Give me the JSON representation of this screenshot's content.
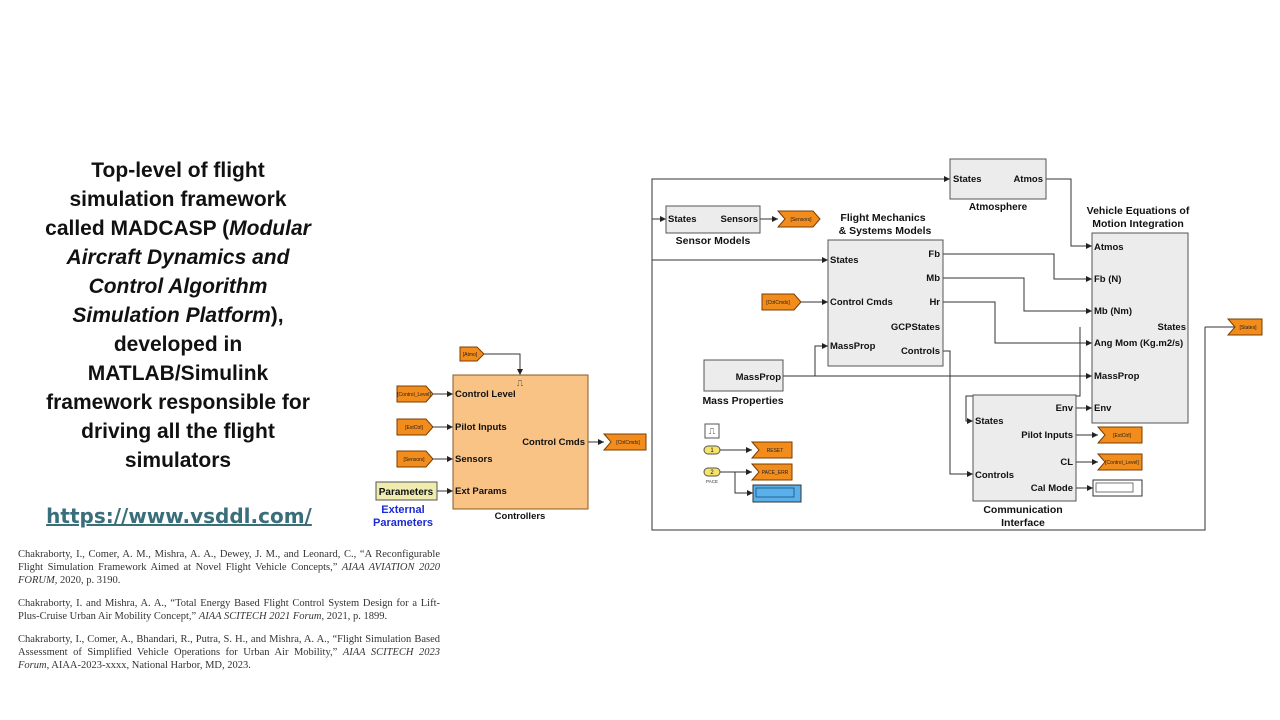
{
  "description": {
    "lines": [
      {
        "segments": [
          {
            "text": "Top-level of flight",
            "italic": false
          }
        ]
      },
      {
        "segments": [
          {
            "text": "simulation framework",
            "italic": false
          }
        ]
      },
      {
        "segments": [
          {
            "text": "called MADCASP (",
            "italic": false
          },
          {
            "text": "Modular",
            "italic": true
          }
        ]
      },
      {
        "segments": [
          {
            "text": "Aircraft Dynamics and",
            "italic": true
          }
        ]
      },
      {
        "segments": [
          {
            "text": "Control Algorithm",
            "italic": true
          }
        ]
      },
      {
        "segments": [
          {
            "text": "Simulation Platform",
            "italic": true
          },
          {
            "text": "),",
            "italic": false
          }
        ]
      },
      {
        "segments": [
          {
            "text": "developed in",
            "italic": false
          }
        ]
      },
      {
        "segments": [
          {
            "text": "MATLAB/Simulink",
            "italic": false
          }
        ]
      },
      {
        "segments": [
          {
            "text": "framework responsible for",
            "italic": false
          }
        ]
      },
      {
        "segments": [
          {
            "text": "driving all the flight",
            "italic": false
          }
        ]
      },
      {
        "segments": [
          {
            "text": "simulators",
            "italic": false
          }
        ]
      }
    ]
  },
  "link": "https://www.vsddl.com/",
  "references": [
    {
      "parts": [
        {
          "text": "Chakraborty, I., Comer, A. M., Mishra, A. A., Dewey, J. M., and Leonard, C., “A Reconfigurable Flight Simulation Framework Aimed at Novel Flight Vehicle Concepts,” ",
          "italic": false
        },
        {
          "text": "AIAA AVIATION 2020 FORUM",
          "italic": true
        },
        {
          "text": ", 2020, p. 3190.",
          "italic": false
        }
      ]
    },
    {
      "parts": [
        {
          "text": "Chakraborty, I. and Mishra, A. A., “Total Energy Based Flight Control System Design for a Lift-Plus-Cruise Urban Air Mobility Concept,” ",
          "italic": false
        },
        {
          "text": "AIAA SCITECH 2021 Forum",
          "italic": true
        },
        {
          "text": ", 2021, p. 1899.",
          "italic": false
        }
      ]
    },
    {
      "parts": [
        {
          "text": "Chakraborty, I., Comer, A., Bhandari, R., Putra, S. H., and Mishra, A. A., “Flight Simulation Based Assessment of Simplified Vehicle Operations for Urban Air Mobility,” ",
          "italic": false
        },
        {
          "text": "AIAA SCITECH 2023 Forum",
          "italic": true
        },
        {
          "text": ", AIAA-2023-xxxx, National Harbor, MD, 2023.",
          "italic": false
        }
      ]
    }
  ],
  "diagram": {
    "atmosphere": {
      "in": "States",
      "out": "Atmos",
      "title": "Atmosphere"
    },
    "sensor_models": {
      "in": "States",
      "out": "Sensors",
      "title": "Sensor Models"
    },
    "flight_mechanics": {
      "title_line1": "Flight Mechanics",
      "title_line2": "& Systems Models",
      "in_states": "States",
      "in_control": "Control Cmds",
      "in_massprop": "MassProp",
      "out_fb": "Fb",
      "out_mb": "Mb",
      "out_hr": "Hr",
      "out_gcp": "GCPStates",
      "out_controls": "Controls"
    },
    "vehicle_eom": {
      "title_line1": "Vehicle Equations of",
      "title_line2": "Motion Integration",
      "in_atmos": "Atmos",
      "in_fb": "Fb (N)",
      "in_mb": "Mb (Nm)",
      "in_angmom": "Ang Mom (Kg.m2/s)",
      "in_massprop": "MassProp",
      "in_env": "Env",
      "out_states": "States"
    },
    "mass_properties": {
      "out": "MassProp",
      "title": "Mass Properties"
    },
    "communication": {
      "title_line1": "Communication",
      "title_line2": "Interface",
      "in_states": "States",
      "in_controls": "Controls",
      "out_env": "Env",
      "out_pilot": "Pilot Inputs",
      "out_cl": "CL",
      "out_calmode": "Cal Mode"
    },
    "controllers": {
      "in_control_level": "Control Level",
      "in_pilot": "Pilot Inputs",
      "in_sensors": "Sensors",
      "in_ext": "Ext Params",
      "out": "Control Cmds",
      "title": "Controllers"
    },
    "parameters": {
      "label": "Parameters",
      "title_line1": "External",
      "title_line2": "Parameters"
    },
    "tags": {
      "sensors": "[Sensors]",
      "ctrl_cmds_in": "[CtrlCmds]",
      "ctrl_cmds_out": "[CtrlCmds]",
      "states_out": "[States]",
      "atmo": "[Atmo]",
      "control_level_in": "[Control_Level]",
      "extctrl_in": "[ExtCtrl]",
      "sensors_in": "[Sensors]",
      "extctrl_out": "[ExtCtrl]",
      "control_level_out": "[Control_Level]",
      "reset": "RESET",
      "pace": "PACE_ERR"
    },
    "misc": {
      "const1": "1",
      "const2": "2",
      "pace_label": "PACE"
    },
    "colors": {
      "block_fill": "#ececec",
      "controller_fill": "#f8c384",
      "goto_fill": "#f28c1c",
      "display_fill": "#5ab0ea",
      "param_fill": "#f0ecb0",
      "param_title": "#1a2bd6",
      "const_fill": "#f5e36a"
    }
  }
}
